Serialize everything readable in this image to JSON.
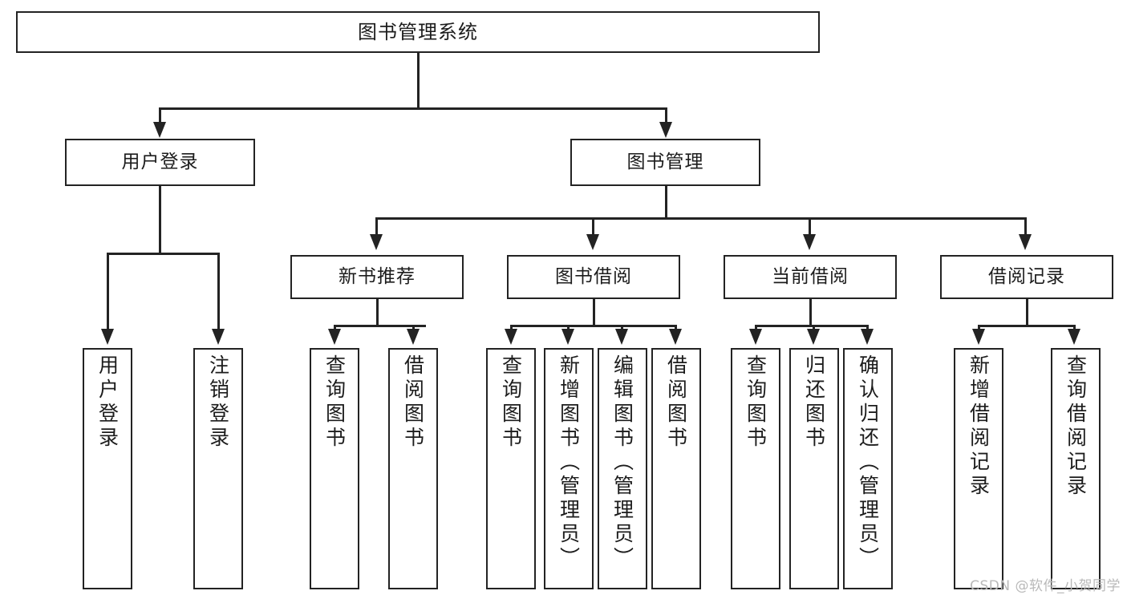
{
  "diagram": {
    "title": "图书管理系统",
    "type": "tree",
    "watermark": "CSDN @软件_小贺同学",
    "colors": {
      "stroke": "#232323",
      "fill": "#ffffff",
      "text": "#1c1c1c",
      "watermark": "#b9b9b9"
    },
    "root": {
      "label": "图书管理系统"
    },
    "level2": [
      {
        "id": "user-login",
        "label": "用户登录"
      },
      {
        "id": "book-management",
        "label": "图书管理"
      }
    ],
    "level3": [
      {
        "id": "new-book-recommend",
        "label": "新书推荐",
        "parent": "book-management"
      },
      {
        "id": "book-borrow",
        "label": "图书借阅",
        "parent": "book-management"
      },
      {
        "id": "current-borrow",
        "label": "当前借阅",
        "parent": "book-management"
      },
      {
        "id": "borrow-record",
        "label": "借阅记录",
        "parent": "book-management"
      }
    ],
    "leaves": {
      "user-login": [
        {
          "id": "leaf-user-login",
          "label": "用户登录"
        },
        {
          "id": "leaf-user-logout",
          "label": "注销登录"
        }
      ],
      "new-book-recommend": [
        {
          "id": "leaf-query-book-1",
          "label": "查询图书"
        },
        {
          "id": "leaf-borrow-book-1",
          "label": "借阅图书"
        }
      ],
      "book-borrow": [
        {
          "id": "leaf-query-book-2",
          "label": "查询图书"
        },
        {
          "id": "leaf-add-book",
          "label": "新增图书（管理员）"
        },
        {
          "id": "leaf-edit-book",
          "label": "编辑图书（管理员）"
        },
        {
          "id": "leaf-borrow-book-2",
          "label": "借阅图书"
        }
      ],
      "current-borrow": [
        {
          "id": "leaf-query-book-3",
          "label": "查询图书"
        },
        {
          "id": "leaf-return-book",
          "label": "归还图书"
        },
        {
          "id": "leaf-confirm-return",
          "label": "确认归还（管理员）"
        }
      ],
      "borrow-record": [
        {
          "id": "leaf-add-record",
          "label": "新增借阅记录"
        },
        {
          "id": "leaf-query-record",
          "label": "查询借阅记录"
        }
      ]
    }
  }
}
